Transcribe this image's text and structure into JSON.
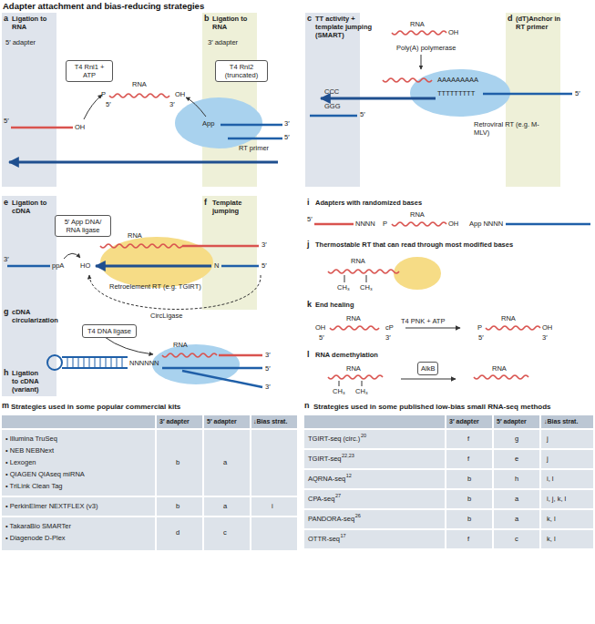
{
  "diagram": {
    "title": "Adapter attachment and bias-reducing strategies",
    "nodes": [
      {
        "text": [
          "T4 Rnl1 + ATP"
        ]
      },
      {
        "text": [
          "T4 Rnl2 (truncated)"
        ]
      },
      {
        "text": [
          "5′ App DNA/ RNA ligase"
        ]
      },
      {
        "text": [
          "T4 DNA ligase"
        ]
      },
      {
        "text": [
          "AlkB"
        ]
      }
    ],
    "labels": [
      "a",
      "Ligation to RNA",
      "5′ adapter",
      "5′",
      "OH",
      "P",
      "5′",
      "RNA",
      "3′",
      "OH",
      "b",
      "Ligation to RNA",
      "3′ adapter",
      "App",
      "3′",
      "5′",
      "RT primer",
      "c",
      "TT activity + template jumping (SMART)",
      "RNA",
      "OH",
      "Poly(A) polymerase",
      "AAAAAAAAA",
      "TTTTTTTTT",
      "CCC",
      "GGG",
      "5′",
      "5′",
      "Retroviral RT (e.g. M-MLV)",
      "d",
      "(dT)Anchor in RT primer",
      "e",
      "Ligation to cDNA",
      "3′",
      "ppA",
      "HO",
      "RNA",
      "N",
      "3′",
      "5′",
      "Retroelement RT (e.g. TGIRT)",
      "f",
      "Template jumping",
      "CircLigase",
      "g",
      "cDNA circularization",
      "RNA",
      "NNNNNN",
      "3′",
      "5′",
      "3′",
      "h",
      "Ligation to cDNA (variant)",
      "i",
      "Adapters with randomized bases",
      "5′",
      "NNNN",
      "P",
      "RNA",
      "OH",
      "App NNNN",
      "j",
      "Thermostable RT that can read through most modified bases",
      "RNA",
      "CH₃",
      "CH₃",
      "k",
      "End healing",
      "OH",
      "RNA",
      "cP",
      "5′",
      "3′",
      "T4 PNK + ATP",
      "P",
      "RNA",
      "OH",
      "5′",
      "3′",
      "l",
      "RNA demethylation",
      "RNA",
      "CH₃",
      "CH₃",
      "RNA",
      "m",
      "Strategies used in some popular commercial kits",
      "3′ adapter",
      "5′ adapter",
      "↓Bias strat.",
      "• Illumina TruSeq",
      "• NEB NEBNext",
      "• Lexogen",
      "• QIAGEN QIAseq miRNA",
      "• TriLink Clean Tag",
      "b",
      "a",
      "• PerkinElmer NEXTFLEX (v3)",
      "b",
      "a",
      "i",
      "• TakaraBio SMARTer",
      "• Diagenode D-Plex",
      "d",
      "c",
      "n",
      "Strategies used in some published low-bias small RNA-seq methods",
      "3′ adapter",
      "5′ adapter",
      "↓Bias strat.",
      "TGIRT-seq (circ.)",
      "20",
      "f",
      "g",
      "j",
      "TGIRT-seq",
      "22,23",
      "f",
      "e",
      "j",
      "AQRNA-seq",
      "12",
      "b",
      "h",
      "i, l",
      "CPA-seq",
      "27",
      "b",
      "a",
      "i, j, k, l",
      "PANDORA-seq",
      "26",
      "b",
      "a",
      "k, l",
      "OTTR-seq",
      "17",
      "f",
      "c",
      "k, l"
    ]
  }
}
